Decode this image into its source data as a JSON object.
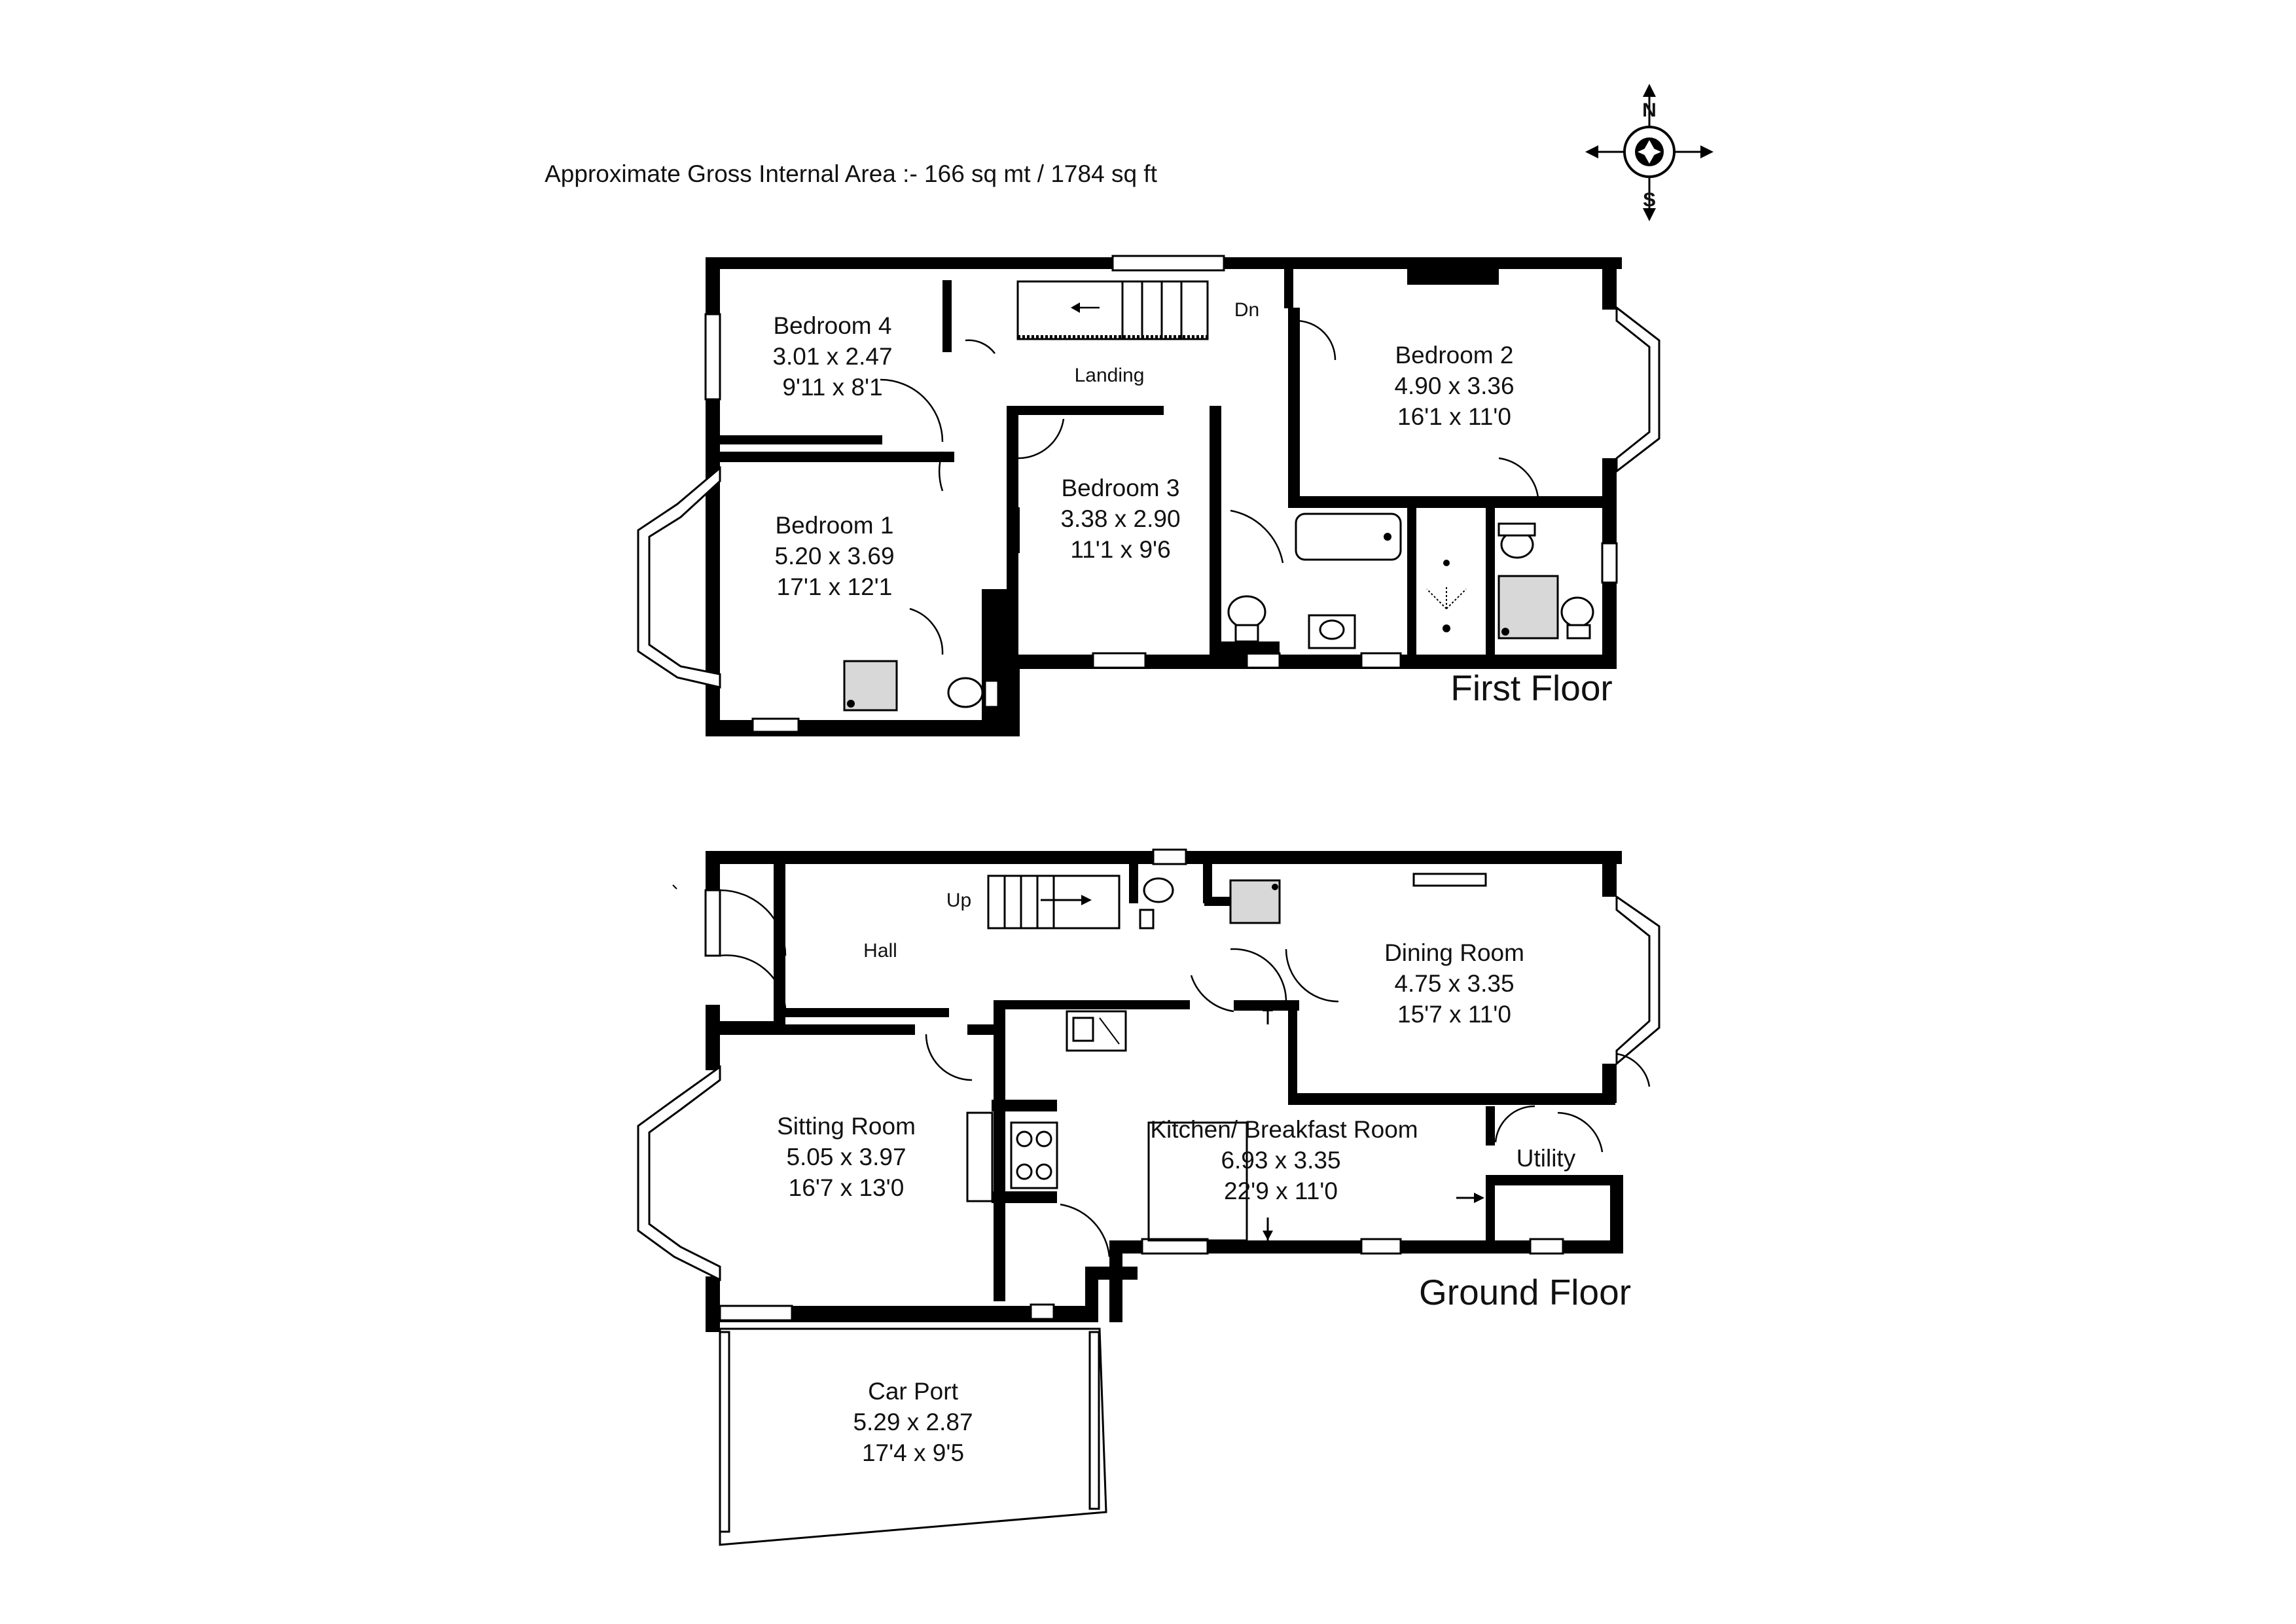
{
  "header": {
    "area_text": "Approximate Gross Internal Area :- 166 sq mt / 1784 sq ft"
  },
  "compass": {
    "north": "N",
    "south": "S",
    "icon": "compass-rose-icon"
  },
  "first_floor": {
    "title": "First Floor",
    "landing_label": "Landing",
    "stairs_label": "Dn",
    "rooms": [
      {
        "name": "Bedroom 4",
        "metric": "3.01 x 2.47",
        "imperial": "9'11 x 8'1"
      },
      {
        "name": "Bedroom 2",
        "metric": "4.90 x 3.36",
        "imperial": "16'1 x 11'0"
      },
      {
        "name": "Bedroom 3",
        "metric": "3.38 x 2.90",
        "imperial": "11'1 x 9'6"
      },
      {
        "name": "Bedroom 1",
        "metric": "5.20 x 3.69",
        "imperial": "17'1 x 12'1"
      }
    ]
  },
  "ground_floor": {
    "title": "Ground Floor",
    "hall_label": "Hall",
    "stairs_label": "Up",
    "utility_label": "Utility",
    "rooms": [
      {
        "name": "Dining Room",
        "metric": "4.75 x 3.35",
        "imperial": "15'7 x 11'0"
      },
      {
        "name": "Sitting Room",
        "metric": "5.05 x 3.97",
        "imperial": "16'7 x 13'0"
      },
      {
        "name": "Kitchen/ Breakfast Room",
        "metric": "6.93 x 3.35",
        "imperial": "22'9 x 11'0"
      },
      {
        "name": "Car Port",
        "metric": "5.29 x 2.87",
        "imperial": "17'4 x 9'5"
      }
    ]
  },
  "colors": {
    "wall": "#000000",
    "background": "#ffffff",
    "shower_tray": "#d8d8d8"
  }
}
